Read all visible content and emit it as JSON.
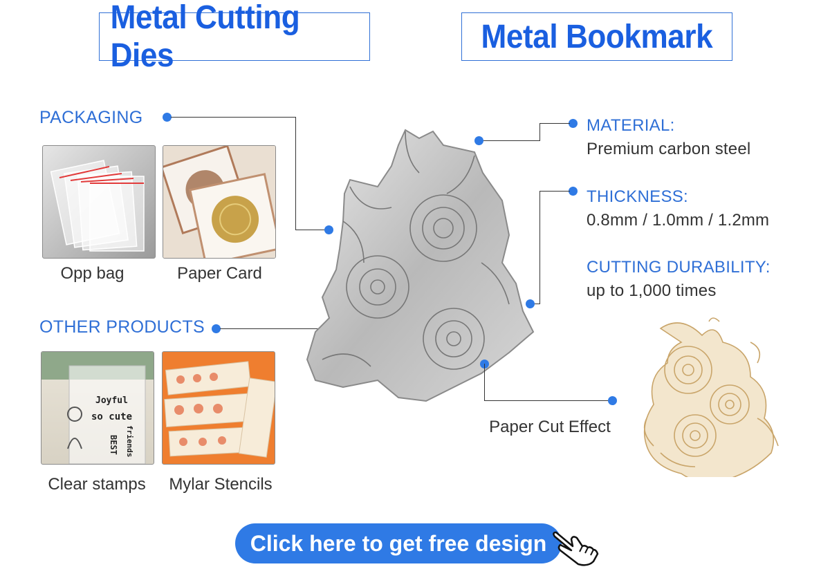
{
  "titles": {
    "left": "Metal Cutting Dies",
    "right": "Metal Bookmark"
  },
  "packaging": {
    "label": "PACKAGING",
    "items": [
      {
        "caption": "Opp bag",
        "icon": "opp-bag-image"
      },
      {
        "caption": "Paper Card",
        "icon": "paper-card-image"
      }
    ]
  },
  "other_products": {
    "label": "OTHER PRODUCTS",
    "items": [
      {
        "caption": "Clear stamps",
        "icon": "clear-stamps-image"
      },
      {
        "caption": "Mylar Stencils",
        "icon": "mylar-stencils-image"
      }
    ]
  },
  "stamp_words": {
    "w1": "Joyful",
    "w2": "so cute",
    "w3": "BEST",
    "w4": "friends"
  },
  "specs": {
    "material": {
      "label": "MATERIAL:",
      "value": "Premium carbon steel"
    },
    "thickness": {
      "label": "THICKNESS:",
      "value": "0.8mm / 1.0mm / 1.2mm"
    },
    "durability": {
      "label": "CUTTING DURABILITY:",
      "value": "up to 1,000 times"
    }
  },
  "effect": {
    "caption": "Paper Cut Effect"
  },
  "cta": {
    "label": "Click here to get free design",
    "icon": "pointing-hand-icon"
  },
  "colors": {
    "accent": "#2f7ae5",
    "title_blue": "#1a5fe0",
    "text": "#333333",
    "gold": "#c9a56a"
  }
}
